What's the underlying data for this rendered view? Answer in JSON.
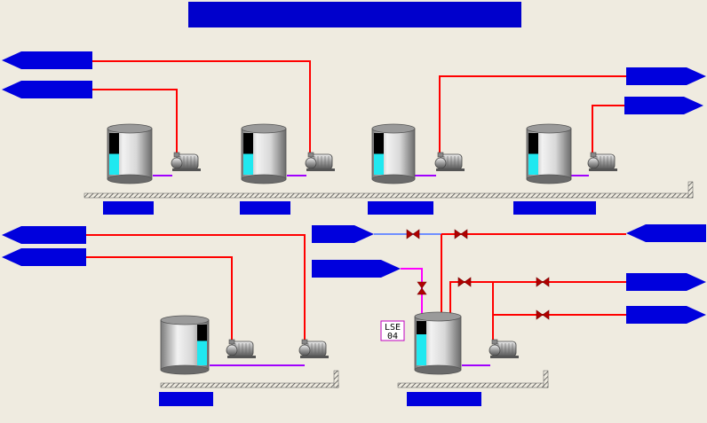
{
  "header": {
    "title": ""
  },
  "tags": {
    "tank_lse04": [
      "LSE",
      "04"
    ]
  },
  "colors": {
    "background": "#efebe0",
    "header": "#0000cc",
    "arrow": "#0000dd",
    "pipe_main": "#ff0000",
    "pipe_purple": "#a000ff",
    "pipe_magenta": "#ff00ff",
    "pipe_blue": "#6f8fff",
    "valve": "#b00000",
    "liquid": "#20e8f0"
  },
  "icons": {
    "tank": "storage-tank-icon",
    "pump": "pump-icon",
    "valve": "valve-icon",
    "arrow": "flow-arrow-icon",
    "base": "foundation-base"
  },
  "levels": {
    "tank_1": 0.5,
    "tank_2": 0.5,
    "tank_3": 0.5,
    "tank_4": 0.5,
    "tank_5": 0.6,
    "tank_6": 0.7
  }
}
